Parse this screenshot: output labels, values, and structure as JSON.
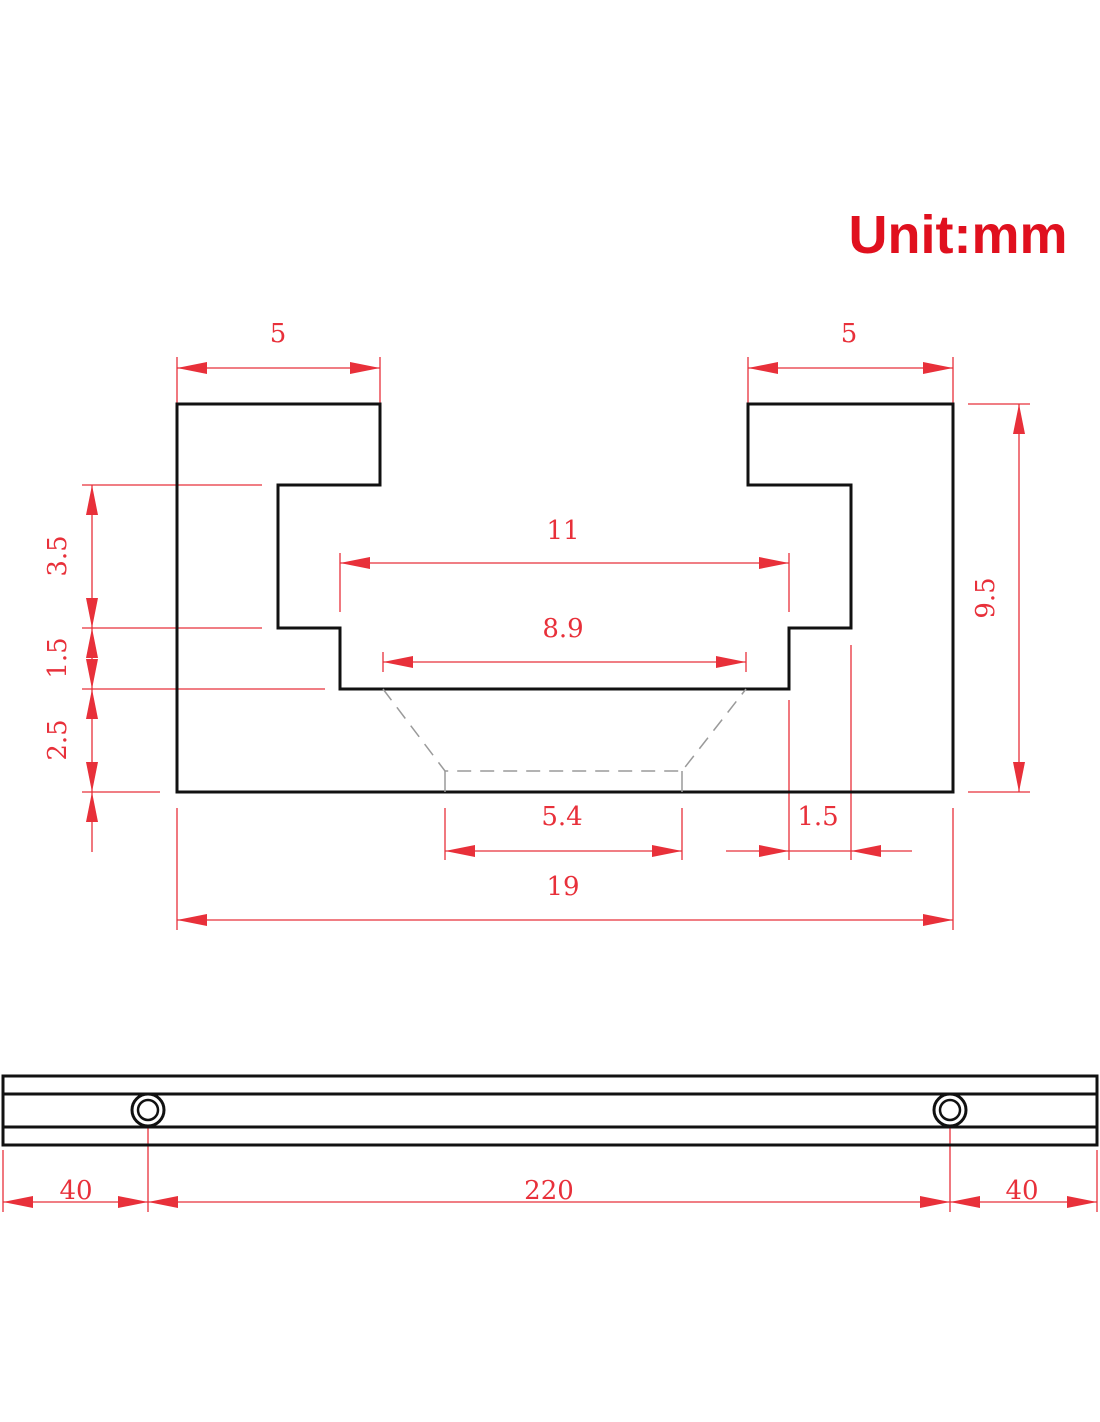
{
  "unit_label": "Unit:mm",
  "colors": {
    "dimension": "#e8303a",
    "outline": "#111111",
    "hidden_line": "#9a9a9a",
    "unit": "#e0101e"
  },
  "profile_view": {
    "top_left_width": "5",
    "top_right_width": "5",
    "inner_slot_width": "11",
    "slot_opening_width": "8.9",
    "bottom_hole_width": "5.4",
    "side_wall_offset": "1.5",
    "overall_width": "19",
    "overall_height": "9.5",
    "lip_height": "3.5",
    "step_height": "1.5",
    "base_height": "2.5"
  },
  "top_view": {
    "left_hole_offset": "40",
    "hole_spacing": "220",
    "right_hole_offset": "40"
  }
}
